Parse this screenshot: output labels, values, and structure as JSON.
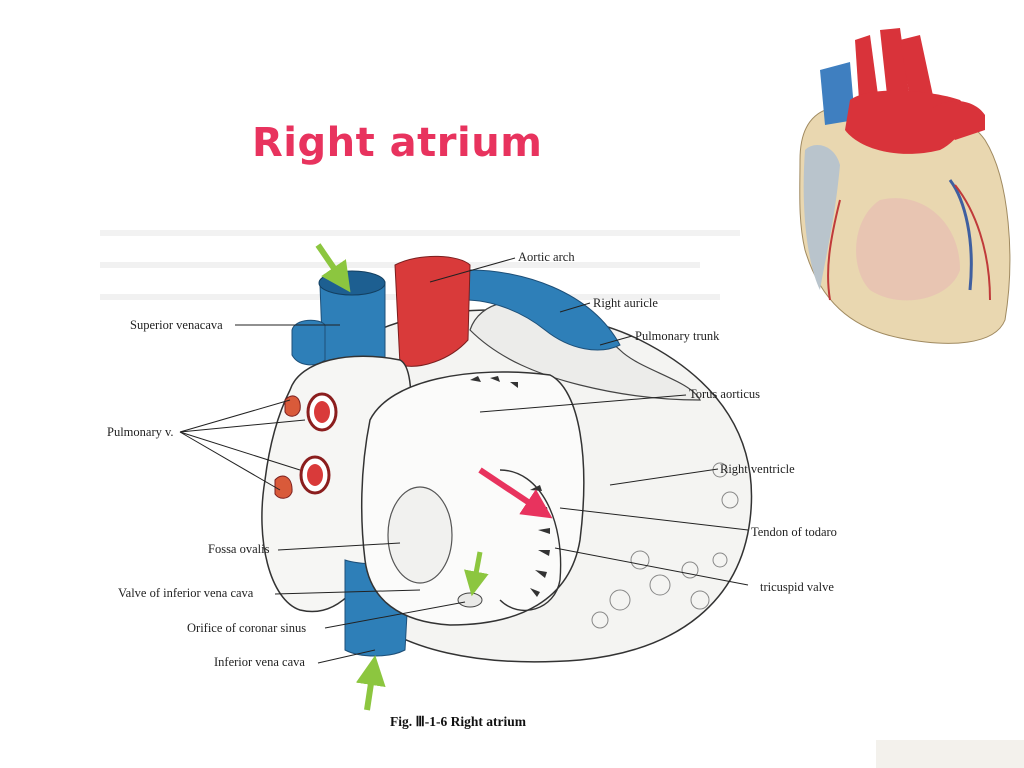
{
  "slide": {
    "title": "Right atrium",
    "caption": "Fig. Ⅲ-1-6    Right atrium"
  },
  "labels": {
    "aortic_arch": "Aortic arch",
    "right_auricle": "Right auricle",
    "superior_vena_cava": "Superior venacava",
    "pulmonary_trunk": "Pulmonary trunk",
    "torus_aorticus": "Torus aorticus",
    "pulmonary_v": "Pulmonary v.",
    "right_ventricle": "Right ventricle",
    "tendon_of_todaro": "Tendon of todaro",
    "fossa_ovalis": "Fossa ovalis",
    "tricuspid_valve": "tricuspid  valve",
    "valve_inferior_vena_cava": "Valve of inferior vena cava",
    "orifice_coronary_sinus": "Orifice of coronar sinus",
    "inferior_vena_cava": "Inferior vena cava"
  },
  "colors": {
    "title": "#e8335e",
    "arrow_green": "#8cc63f",
    "arrow_pink": "#e8335e",
    "vessel_blue": "#2e7fb8",
    "aorta_red": "#d93a3a"
  }
}
